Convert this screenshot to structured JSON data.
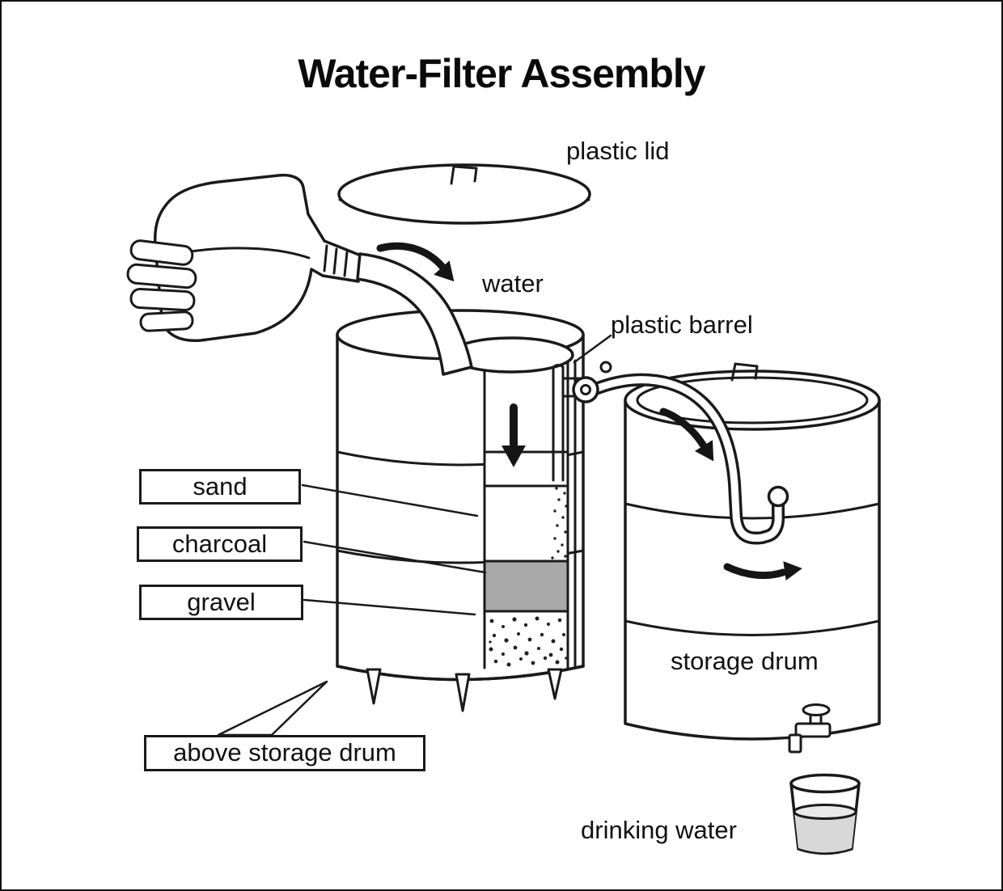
{
  "title": "Water-Filter Assembly",
  "labels": {
    "plastic_lid": "plastic lid",
    "water": "water",
    "plastic_barrel": "plastic barrel",
    "sand": "sand",
    "charcoal": "charcoal",
    "gravel": "gravel",
    "above_storage_drum": "above storage drum",
    "storage_drum": "storage drum",
    "drinking_water": "drinking water"
  },
  "colors": {
    "line": "#1a1a1a",
    "background": "#ffffff",
    "charcoal_layer": "#a9a9a9",
    "glass_water": "#d8d8d8"
  }
}
